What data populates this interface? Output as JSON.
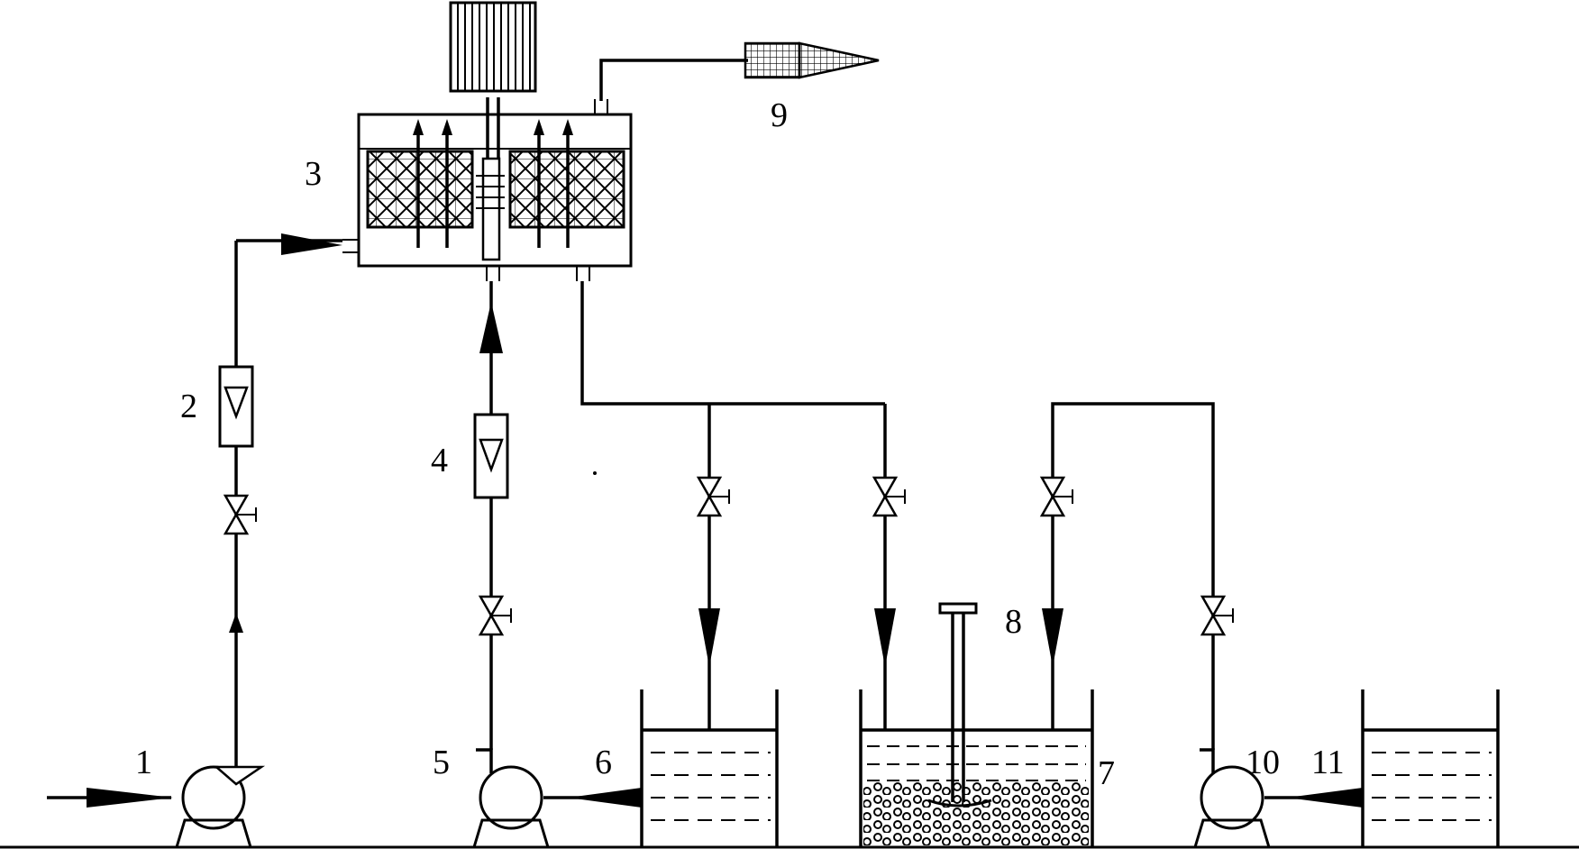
{
  "diagram": {
    "labels": {
      "n1": "1",
      "n2": "2",
      "n3": "3",
      "n4": "4",
      "n5": "5",
      "n6": "6",
      "n7": "7",
      "n8": "8",
      "n9": "9",
      "n10": "10",
      "n11": "11"
    },
    "colors": {
      "line": "#000000",
      "background": "#ffffff"
    }
  }
}
